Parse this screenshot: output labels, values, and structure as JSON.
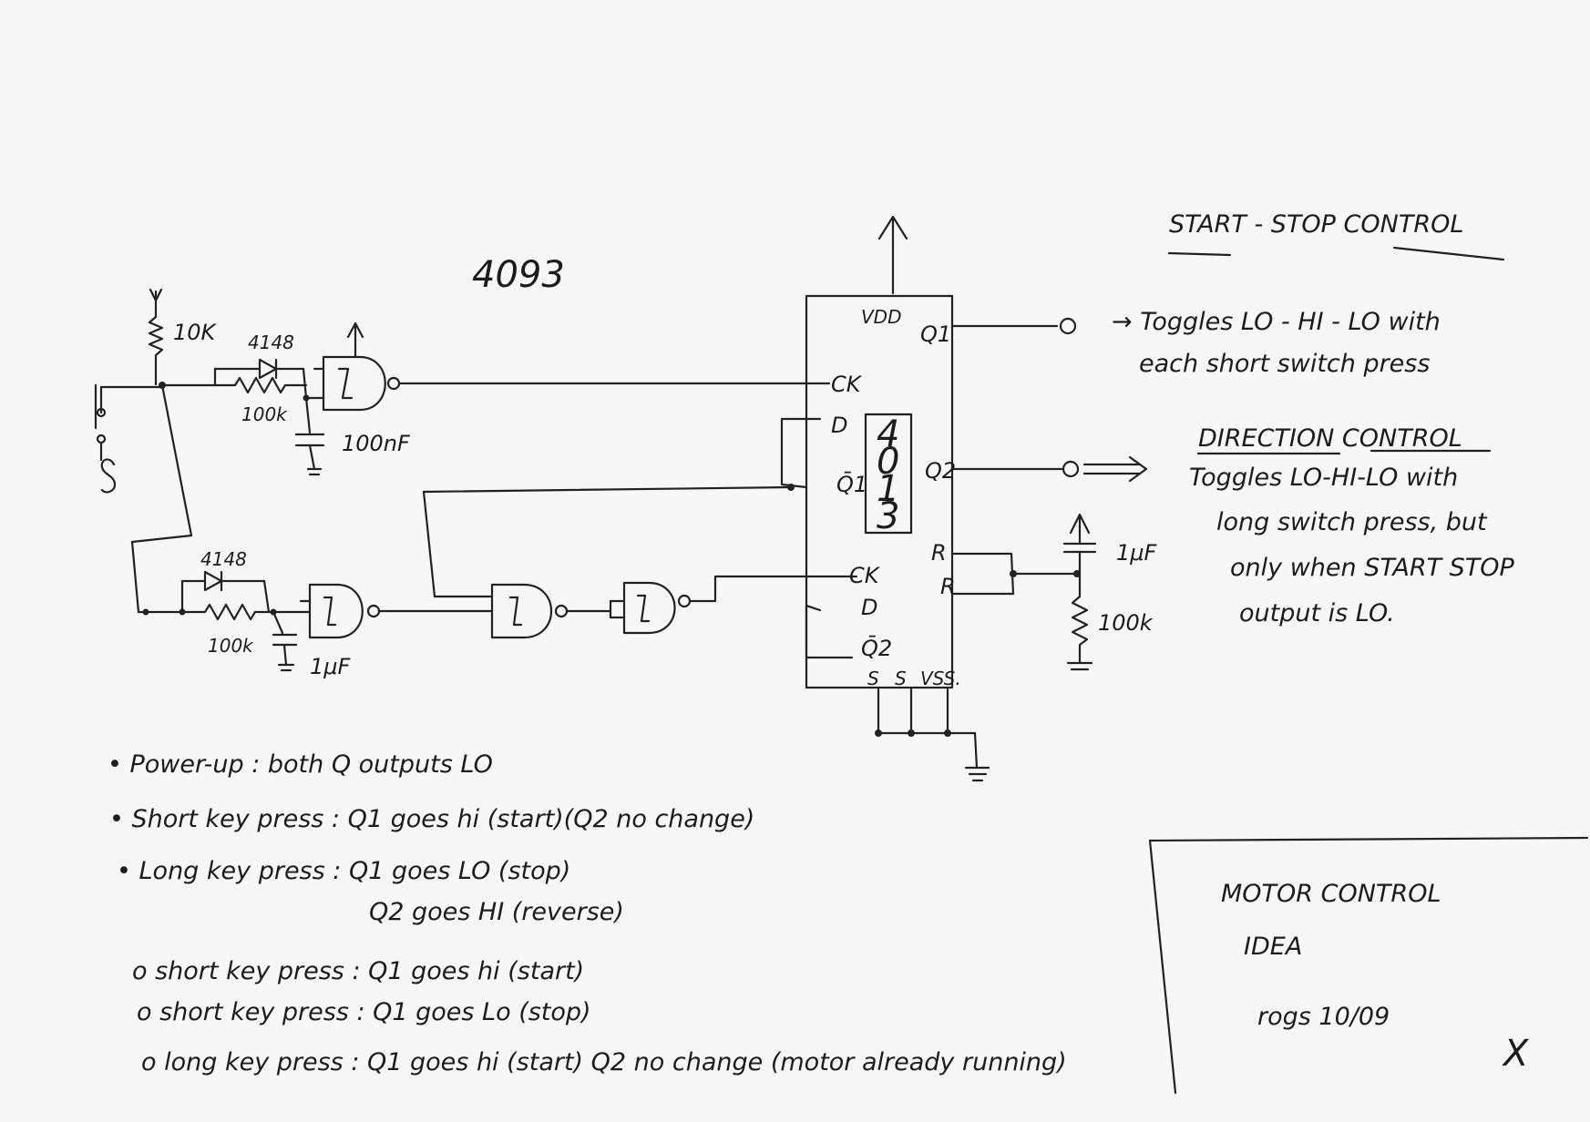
{
  "schematic": {
    "chip_4093": "4093",
    "chip_4013_digits": [
      "4",
      "0",
      "1",
      "3"
    ],
    "r_pullup": "10K",
    "diode1": "4148",
    "r1": "100k",
    "c1": "100nF",
    "diode2": "4148",
    "r2": "100k",
    "c2": "1μF",
    "c3": "1μF",
    "r3": "100k",
    "pins": {
      "vdd": "VDD",
      "q1": "Q1",
      "ck1": "CK",
      "d1": "D",
      "q1bar": "Q̄1",
      "q2": "Q2",
      "ck2": "CK",
      "d2": "D",
      "q2bar": "Q̄2",
      "r1": "R",
      "r2": "R",
      "s1": "S",
      "s2": "S",
      "vss": "VSS."
    }
  },
  "annotations": {
    "start_stop_title": "START - STOP CONTROL",
    "start_stop_desc": [
      "→ Toggles LO - HI - LO with",
      "each short switch press"
    ],
    "direction_title": "DIRECTION CONTROL",
    "direction_desc": [
      "Toggles LO-HI-LO with",
      "long switch press, but",
      "only when START STOP",
      "output is LO."
    ]
  },
  "notes": [
    "• Power-up : both Q outputs LO",
    "• Short key press : Q1 goes hi (start)(Q2 no change)",
    "• Long key press : Q1 goes LO (stop)",
    "Q2 goes HI (reverse)",
    "o short key press : Q1 goes hi (start)",
    "o short key press : Q1 goes Lo (stop)",
    "o long key press : Q1 goes hi (start) Q2 no change (motor already running)"
  ],
  "title_block": {
    "line1": "MOTOR CONTROL",
    "line2": "IDEA",
    "author_date": "rogs 10/09",
    "mark": "X"
  }
}
